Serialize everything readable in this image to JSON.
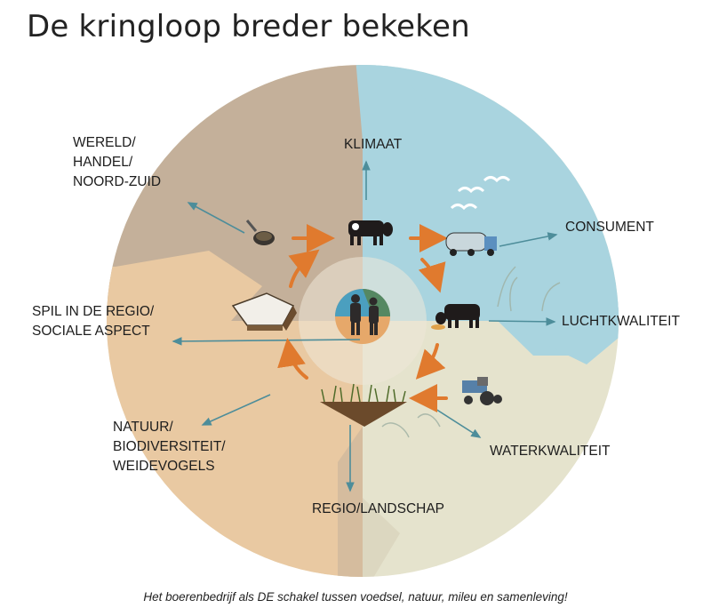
{
  "title": "De kringloop breder bekeken",
  "labels": {
    "wereld": [
      "WERELD/",
      "HANDEL/",
      "NOORD-ZUID"
    ],
    "klimaat": "KLIMAAT",
    "consument": "CONSUMENT",
    "spil": [
      "SPIL IN DE REGIO/",
      "SOCIALE ASPECT"
    ],
    "lucht": "LUCHTKWALITEIT",
    "natuur": [
      "NATUUR/",
      "BIODIVERSITEIT/",
      "WEIDEVOGELS"
    ],
    "water": "WATERKWALITEIT",
    "regio": "REGIO/LANDSCHAP"
  },
  "caption": "Het boerenbedrijf als DE schakel tussen voedsel, natuur, mileu en samenleving!",
  "colors": {
    "world_quadrant": "#c4b09a",
    "sky_quadrant": "#a9d4df",
    "regio_quadrant": "#e9c9a2",
    "water_quadrant": "#e5e3cd",
    "cycle_arrow": "#e07a2e",
    "pointer_arrow": "#4d8d9a"
  },
  "icons": [
    "feed-scoop-icon",
    "cow-icon",
    "milk-truck-icon",
    "grazing-cow-icon",
    "tractor-icon",
    "soil-grass-icon",
    "silage-icon",
    "farmers-globe-icon",
    "birds-icon"
  ]
}
